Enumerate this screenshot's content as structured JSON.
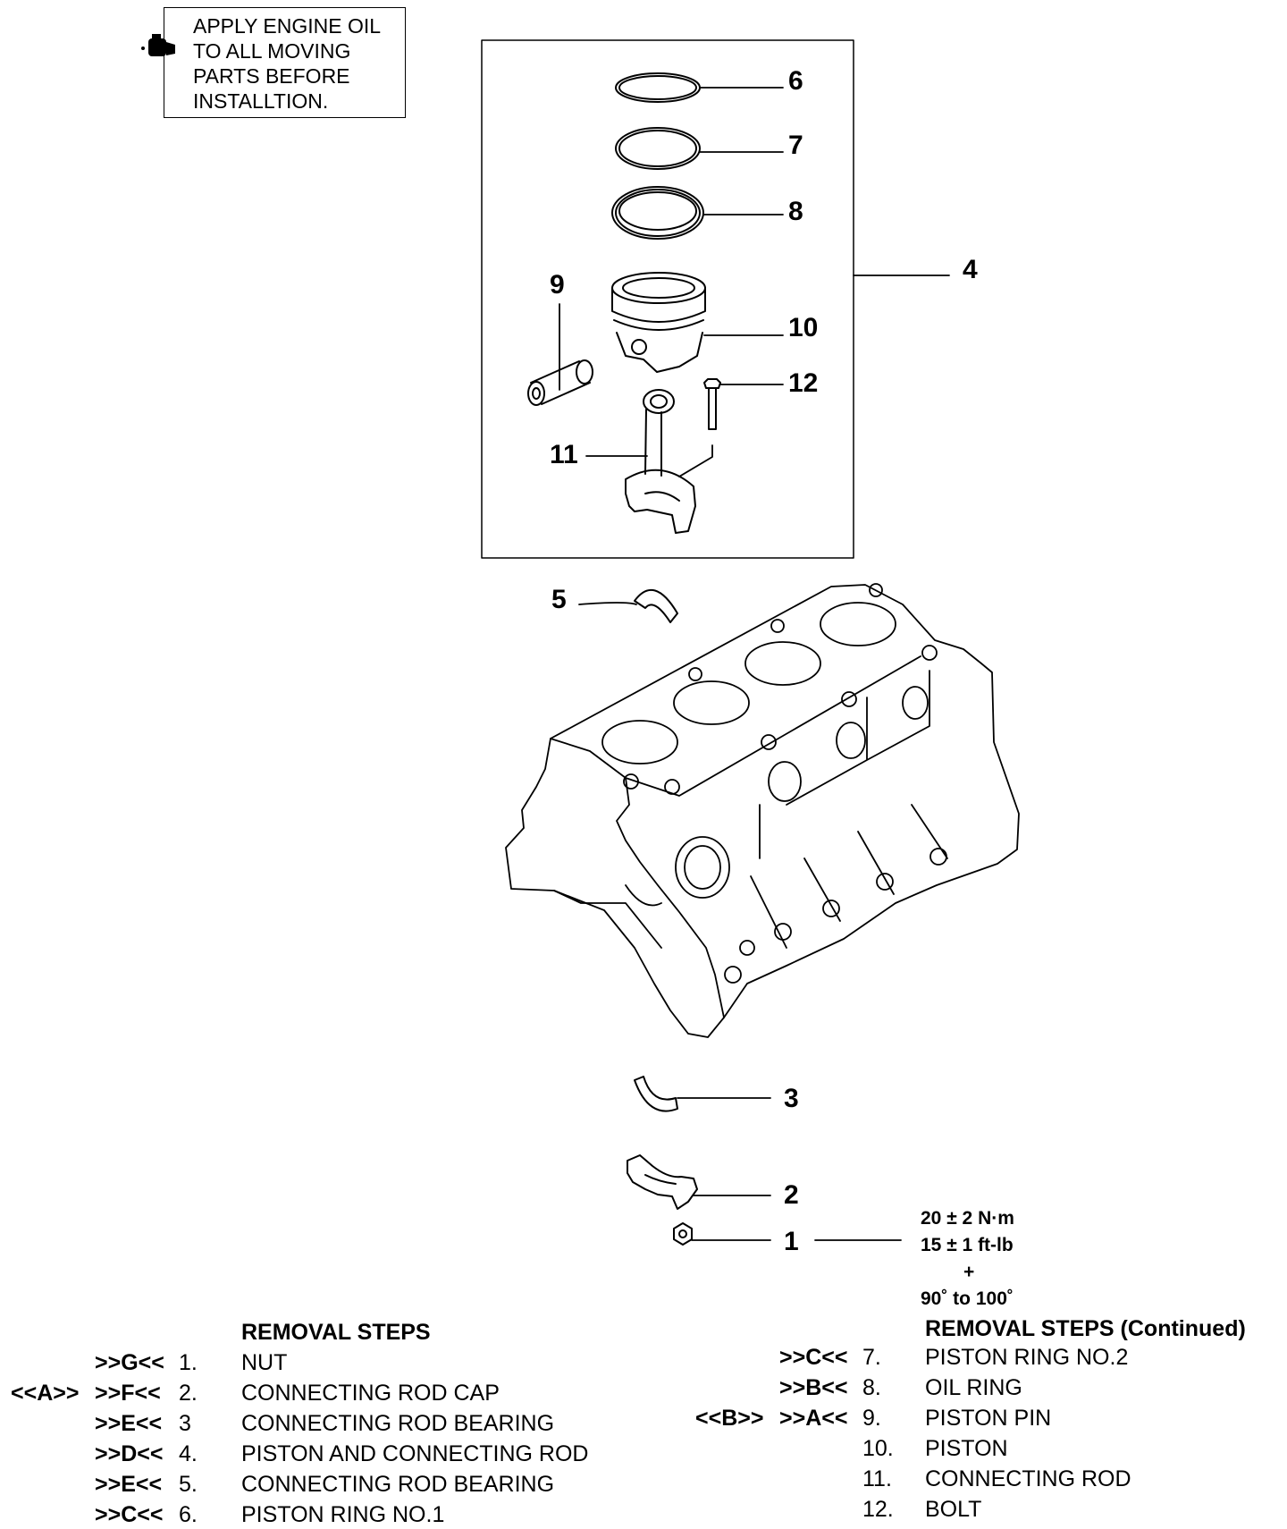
{
  "note": {
    "lines": [
      "APPLY ENGINE OIL",
      "TO ALL MOVING",
      "PARTS BEFORE",
      "INSTALLTION."
    ],
    "icon": "oil-can-icon"
  },
  "callouts": {
    "c1": "1",
    "c2": "2",
    "c3": "3",
    "c4": "4",
    "c5": "5",
    "c6": "6",
    "c7": "7",
    "c8": "8",
    "c9": "9",
    "c10": "10",
    "c11": "11",
    "c12": "12"
  },
  "torque": [
    "20 ± 2 N·m",
    "15 ± 1 ft-lb",
    "+",
    "90˚ to 100˚"
  ],
  "steps_left": {
    "title": "REMOVAL STEPS",
    "items": [
      {
        "inst": "",
        "svc": ">>G<<",
        "num": "1.",
        "name": "NUT"
      },
      {
        "inst": "<<A>>",
        "svc": ">>F<<",
        "num": "2.",
        "name": "CONNECTING ROD CAP"
      },
      {
        "inst": "",
        "svc": ">>E<<",
        "num": "3",
        "name": "CONNECTING ROD BEARING"
      },
      {
        "inst": "",
        "svc": ">>D<<",
        "num": "4.",
        "name": "PISTON AND CONNECTING ROD"
      },
      {
        "inst": "",
        "svc": ">>E<<",
        "num": "5.",
        "name": "CONNECTING ROD BEARING"
      },
      {
        "inst": "",
        "svc": ">>C<<",
        "num": "6.",
        "name": "PISTON RING NO.1"
      }
    ]
  },
  "steps_right": {
    "title": "REMOVAL STEPS (Continued)",
    "items": [
      {
        "inst": "",
        "svc": ">>C<<",
        "num": "7.",
        "name": "PISTON RING NO.2"
      },
      {
        "inst": "",
        "svc": ">>B<<",
        "num": "8.",
        "name": "OIL RING"
      },
      {
        "inst": "<<B>>",
        "svc": ">>A<<",
        "num": "9.",
        "name": "PISTON PIN"
      },
      {
        "inst": "",
        "svc": "",
        "num": "10.",
        "name": "PISTON"
      },
      {
        "inst": "",
        "svc": "",
        "num": "11.",
        "name": "CONNECTING ROD"
      },
      {
        "inst": "",
        "svc": "",
        "num": "12.",
        "name": "BOLT"
      }
    ]
  }
}
